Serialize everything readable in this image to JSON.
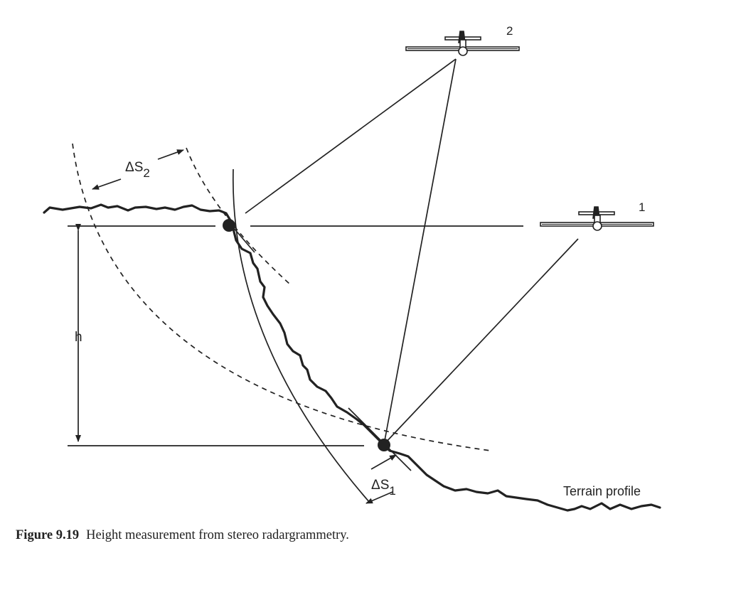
{
  "labels": {
    "aircraft_1": "1",
    "aircraft_2": "2",
    "delta_s2_base": "ΔS",
    "delta_s2_sub": "2",
    "delta_s1_base": "ΔS",
    "delta_s1_sub": "1",
    "height": "h",
    "terrain": "Terrain profile"
  },
  "caption": {
    "number": "Figure 9.19",
    "text": "Height measurement from stereo radargrammetry."
  },
  "colors": {
    "background": "#ffffff",
    "ink": "#222222"
  }
}
